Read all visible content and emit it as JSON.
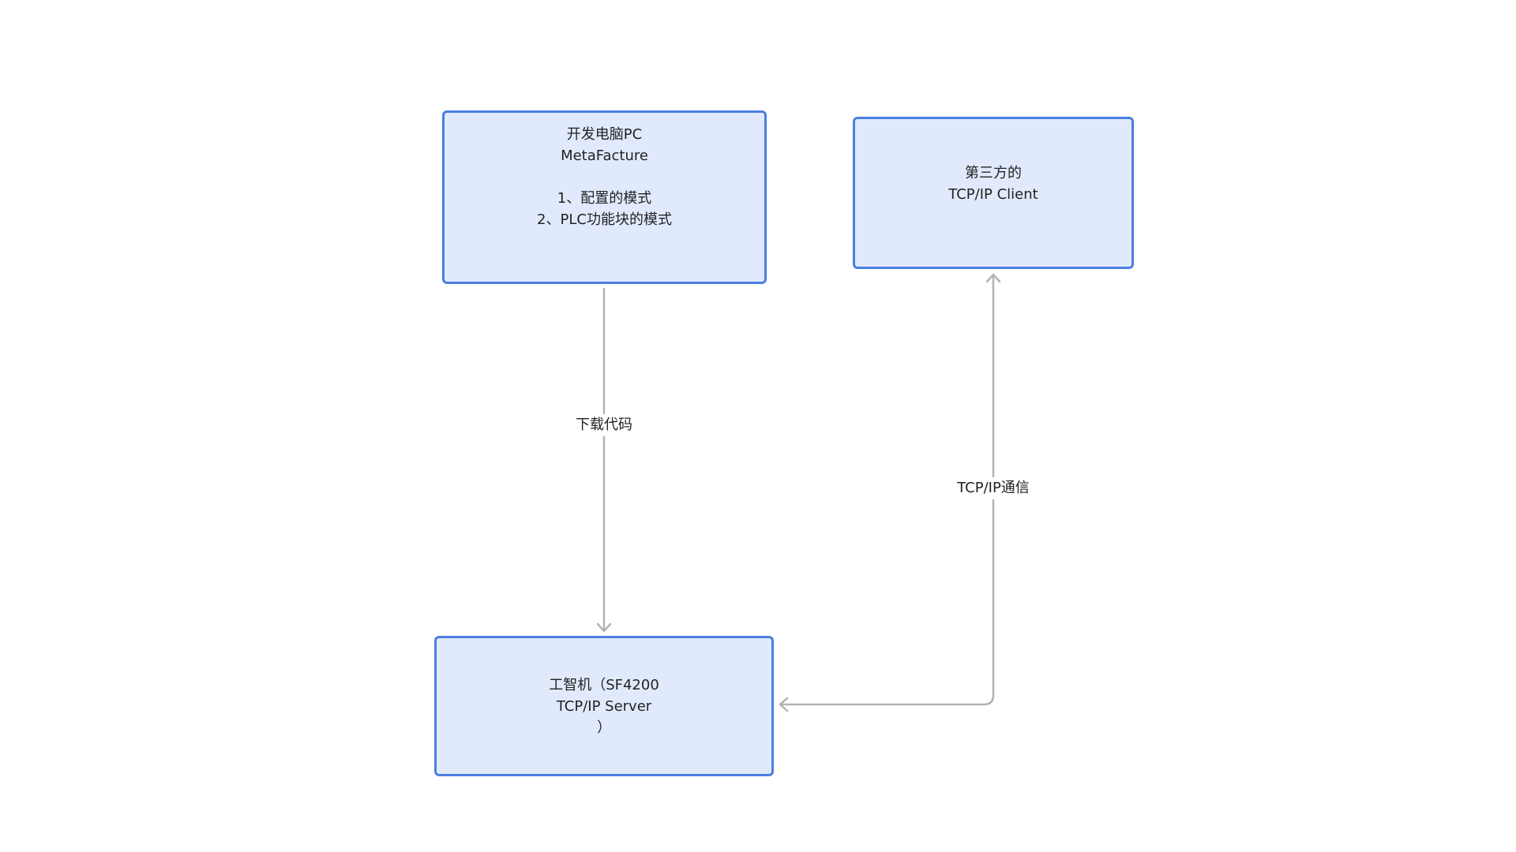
{
  "nodes": {
    "dev_pc": {
      "lines": [
        "开发电脑PC",
        "MetaFacture",
        "",
        "1、配置的模式",
        "2、PLC功能块的模式"
      ]
    },
    "third_party": {
      "lines": [
        "第三方的",
        "TCP/IP Client"
      ]
    },
    "ipc": {
      "lines": [
        "工智机（SF4200",
        "TCP/IP Server",
        "）"
      ]
    }
  },
  "edges": {
    "download": {
      "label": "下载代码"
    },
    "tcpip": {
      "label": "TCP/IP通信"
    }
  },
  "colors": {
    "node_fill": "#e1eafd",
    "node_border": "#4a7fe0",
    "connector": "#b3b3b3",
    "text": "#222222"
  }
}
